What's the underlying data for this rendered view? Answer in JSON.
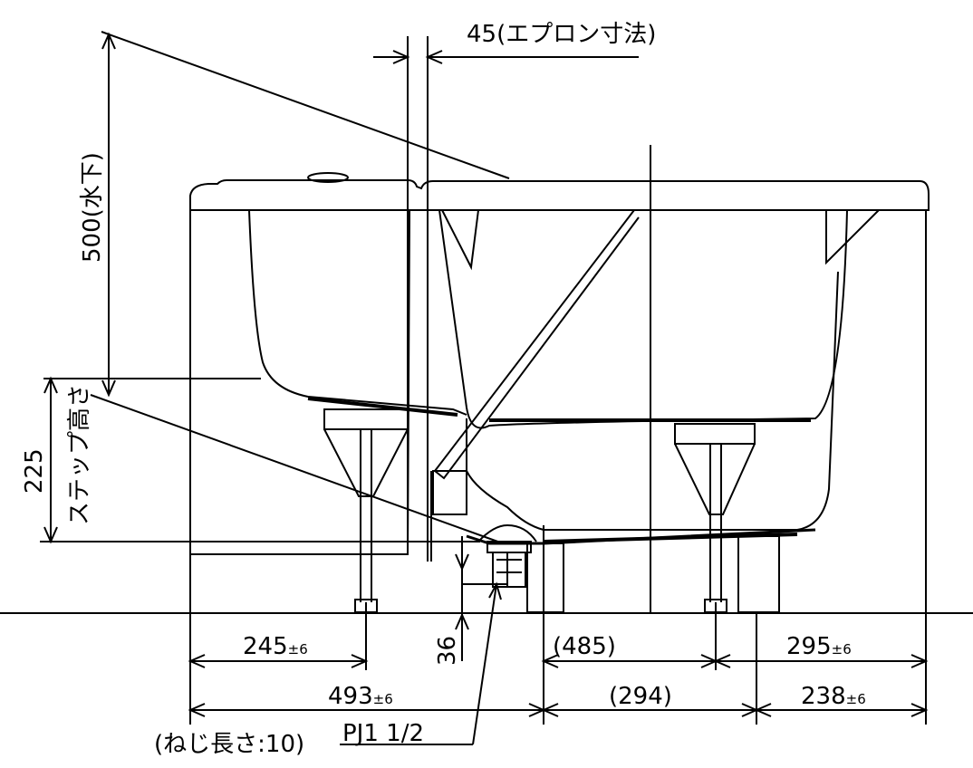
{
  "apron_dimension": "45(エプロン寸法)",
  "water_depth": "500(水下)",
  "step_height_value": "225",
  "step_height_label": "ステップ高さ",
  "thread_length": "(ねじ長さ:10)",
  "pipe_thread": "PJ1 1/2",
  "dim_36": "36",
  "dim_245": "245",
  "dim_245_tol": "±6",
  "dim_485": "(485)",
  "dim_295": "295",
  "dim_295_tol": "±6",
  "dim_493": "493",
  "dim_493_tol": "±6",
  "dim_294": "(294)",
  "dim_238": "238",
  "dim_238_tol": "±6"
}
